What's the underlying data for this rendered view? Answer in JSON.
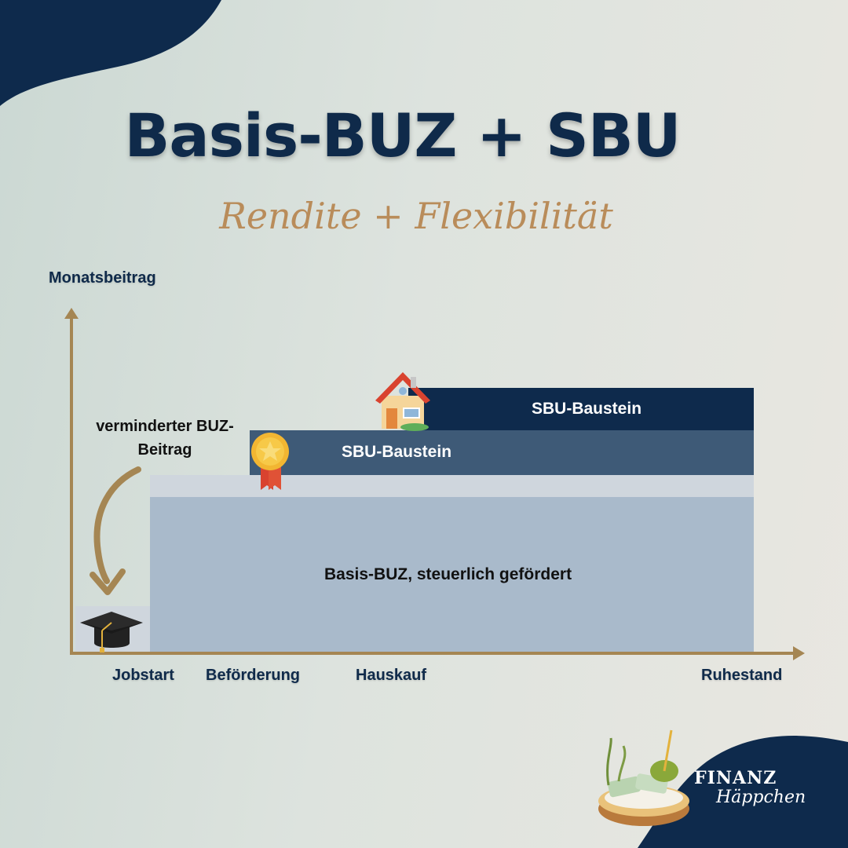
{
  "title": "Basis-BUZ + SBU",
  "subtitle": "Rendite + Flexibilität",
  "y_axis_label": "Monatsbeitrag",
  "x_axis_labels": {
    "jobstart": "Jobstart",
    "befoerderung": "Beförderung",
    "hauskauf": "Hauskauf",
    "ruhestand": "Ruhestand"
  },
  "note": {
    "line1": "verminderter BUZ-",
    "line2": "Beitrag"
  },
  "blocks": {
    "basis": "Basis-BUZ, steuerlich gefördert",
    "sbu_1": "SBU-Baustein",
    "sbu_2": "SBU-Baustein"
  },
  "logo": {
    "line1": "FINANZ",
    "line2": "Häppchen"
  },
  "colors": {
    "navy": "#0f2a4a",
    "sbu_top": "#0e2a4c",
    "sbu_mid": "#3e5a77",
    "basis": "#a9bacb",
    "basis_light": "#cfd6dd",
    "axis": "#a58653",
    "accent_text": "#b98c5a"
  },
  "icons": [
    "graduation-cap-icon",
    "award-ribbon-icon",
    "house-icon",
    "curved-arrow-icon",
    "snack-logo-icon"
  ]
}
